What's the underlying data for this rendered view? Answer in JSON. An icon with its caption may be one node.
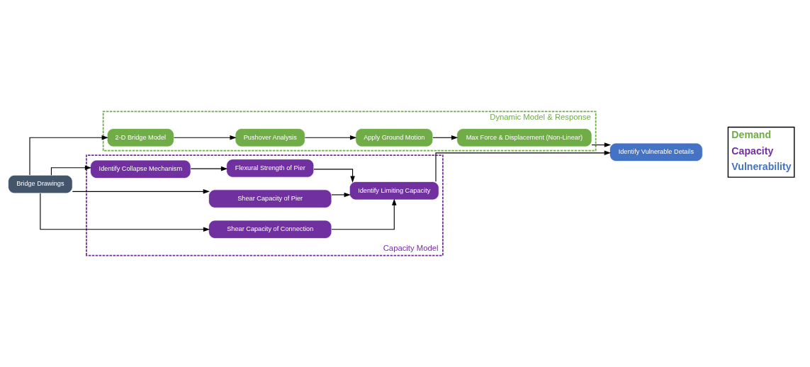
{
  "diagram": {
    "nodes": [
      {
        "text": [
          "Bridge Drawings"
        ]
      },
      {
        "text": [
          "Dynamic Model & Response"
        ]
      },
      {
        "text": [
          "2-D Bridge Model"
        ],
        "in": 1
      },
      {
        "text": [
          "Pushover Analysis"
        ],
        "in": 1
      },
      {
        "text": [
          "Apply Ground Motion"
        ],
        "in": 1
      },
      {
        "text": [
          "Max Force & Displacement (Non-Linear)"
        ],
        "in": 1
      },
      {
        "text": [
          "Capacity Model"
        ]
      },
      {
        "text": [
          "Identify Collapse Mechanism"
        ],
        "in": 6
      },
      {
        "text": [
          "Flexural Strength of Pier"
        ],
        "in": 6
      },
      {
        "text": [
          "Shear Capacity of Pier"
        ],
        "in": 6
      },
      {
        "text": [
          "Shear Capacity of Connection"
        ],
        "in": 6
      },
      {
        "text": [
          "Identify Limiting Capacity"
        ],
        "in": 6
      },
      {
        "text": [
          "Identify Vulnerable Details"
        ]
      }
    ],
    "edges": [
      {
        "from": 0,
        "to": 2,
        "arrow": "to"
      },
      {
        "from": 0,
        "to": 7,
        "arrow": "to"
      },
      {
        "from": 0,
        "to": 9,
        "arrow": "to"
      },
      {
        "from": 0,
        "to": 10,
        "arrow": "to"
      },
      {
        "from": 2,
        "to": 3,
        "arrow": "to"
      },
      {
        "from": 3,
        "to": 4,
        "arrow": "to"
      },
      {
        "from": 4,
        "to": 5,
        "arrow": "to"
      },
      {
        "from": 7,
        "to": 8,
        "arrow": "to"
      },
      {
        "from": 8,
        "to": 11,
        "arrow": "to"
      },
      {
        "from": 9,
        "to": 11,
        "arrow": "to"
      },
      {
        "from": 10,
        "to": 11,
        "arrow": "to"
      },
      {
        "from": 5,
        "to": 12,
        "arrow": "to"
      },
      {
        "from": 11,
        "to": 12,
        "arrow": "to"
      }
    ],
    "legend": [
      {
        "text": "Demand",
        "color": "#70ad47"
      },
      {
        "text": "Capacity",
        "color": "#7030a0"
      },
      {
        "text": "Vulnerability",
        "color": "#4472c4"
      }
    ]
  }
}
